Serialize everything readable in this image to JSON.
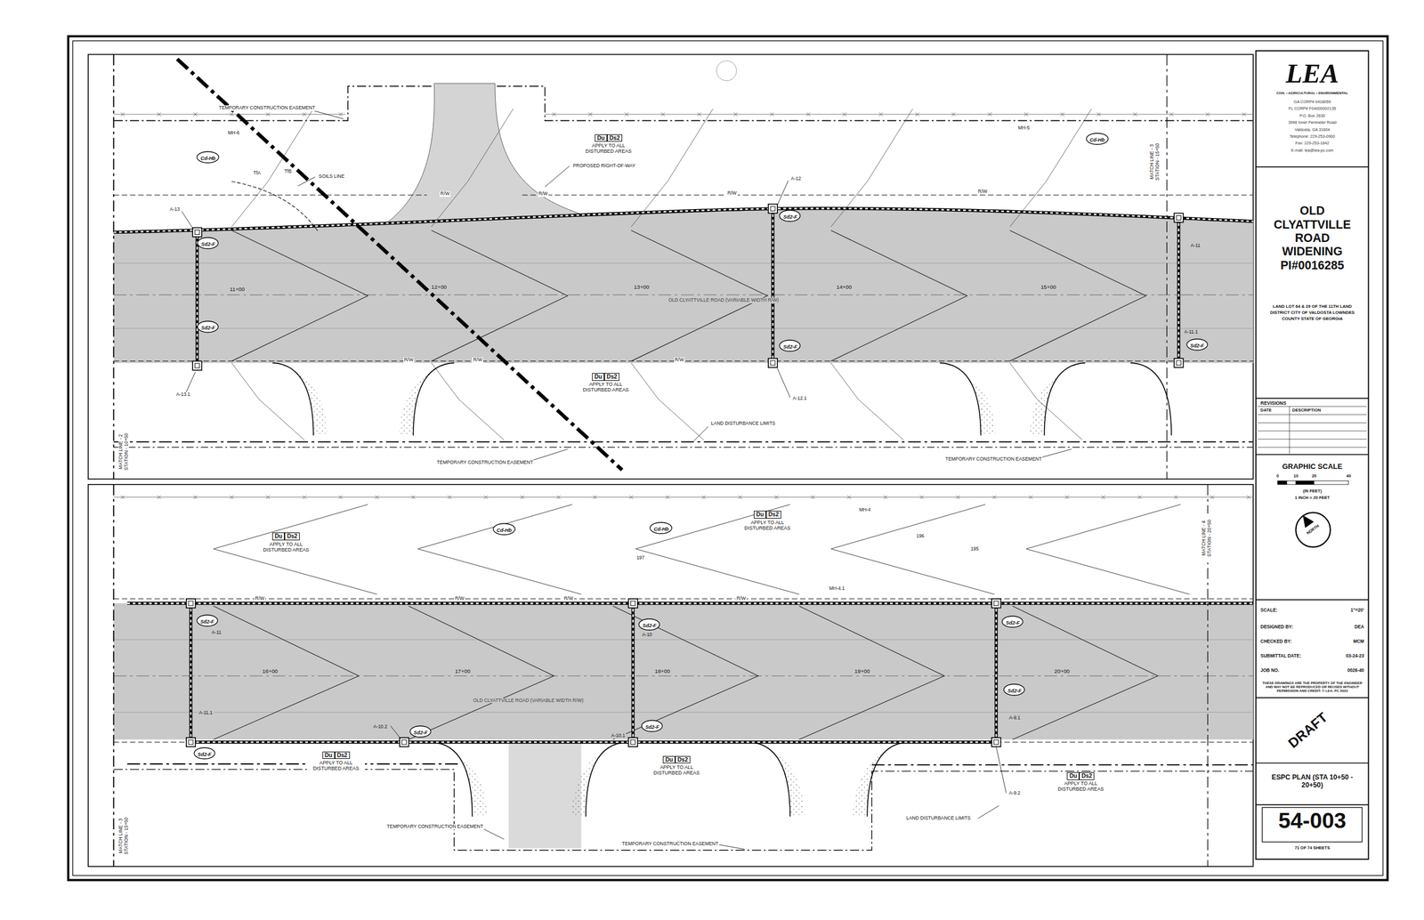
{
  "diagram": {
    "nodes": [
      {
        "text": [
          "LEA",
          "CIVIL • AGRICULTURAL • ENVIRONMENTAL",
          "GA CORP# 0418059",
          "FL CORP# F04000002135",
          "P.O. Box 2630",
          "3998 Inner Perimeter Road",
          "Valdosta, GA 31604",
          "Telephone: 229-253-0900",
          "Fax: 229-253-1842",
          "E-mail: lea@lea-pc.com"
        ]
      },
      {
        "text": [
          "OLD CLYATTVILLE ROAD WIDENING PI#0016285",
          "LAND LOT 64 & 29 OF THE 11TH LAND DISTRICT CITY OF VALDOSTA LOWNDES COUNTY STATE OF GEORGIA"
        ]
      },
      {
        "text": [
          "REVISIONS",
          "DATE",
          "DESCRIPTION"
        ]
      },
      {
        "text": [
          "GRAPHIC SCALE",
          "0",
          "10",
          "20",
          "40",
          "(IN FEET)",
          "1 INCH = 20 FEET",
          "NORTH"
        ]
      },
      {
        "text": [
          "SCALE:",
          "1\"=20'",
          "DESIGNED BY:",
          "DEA",
          "CHECKED BY:",
          "MCM",
          "SUBMITTAL DATE:",
          "03-24-23",
          "JOB NO.",
          "0026-40",
          "THESE DRAWINGS ARE THE PROPERTY OF THE ENGINEER AND MAY NOT BE REPRODUCED OR REUSED WITHOUT PERMISSION AND CREDIT. © LEA, PC 2023"
        ]
      },
      {
        "text": [
          "ESPC PLAN (STA 10+50 - 20+50)"
        ]
      },
      {
        "text": [
          "54-003",
          "71 OF 74 SHEETS"
        ]
      },
      {
        "text": [
          "Cd-Hb"
        ]
      },
      {
        "text": [
          "Du",
          "Ds2",
          "APPLY TO ALL DISTURBED AREAS"
        ]
      },
      {
        "text": [
          "Cd-Hb"
        ]
      },
      {
        "text": [
          "Sd2-F"
        ]
      },
      {
        "text": [
          "Sd2-F"
        ]
      },
      {
        "text": [
          "Sd2-F"
        ]
      },
      {
        "text": [
          "Sd2-F"
        ]
      },
      {
        "text": [
          "Sd2-F"
        ]
      },
      {
        "text": [
          "Du",
          "Ds2",
          "APPLY TO ALL DISTURBED AREAS"
        ]
      },
      {
        "text": [
          "Du",
          "Ds2",
          "APPLY TO ALL DISTURBED AREAS"
        ]
      },
      {
        "text": [
          "Cd-Hb"
        ]
      },
      {
        "text": [
          "Cd-Hb"
        ]
      },
      {
        "text": [
          "Du",
          "Ds2",
          "APPLY TO ALL DISTURBED AREAS"
        ]
      },
      {
        "text": [
          "Sd2-F"
        ]
      },
      {
        "text": [
          "Sd2-F"
        ]
      },
      {
        "text": [
          "Sd2-F"
        ]
      },
      {
        "text": [
          "Sd2-F"
        ]
      },
      {
        "text": [
          "Sd2-F"
        ]
      },
      {
        "text": [
          "Sd2-F"
        ]
      },
      {
        "text": [
          "Sd2-F"
        ]
      },
      {
        "text": [
          "Du",
          "Ds2",
          "APPLY TO ALL DISTURBED AREAS"
        ]
      },
      {
        "text": [
          "Du",
          "Ds2",
          "APPLY TO ALL DISTURBED AREAS"
        ]
      },
      {
        "text": [
          "Du",
          "Ds2",
          "APPLY TO ALL DISTURBED AREAS"
        ]
      }
    ],
    "labels": [
      "TEMPORARY CONSTRUCTION EASEMENT",
      "MH-6",
      "TfA",
      "TfB",
      "SOILS LINE",
      "PROPOSED RIGHT-OF-WAY",
      "MH-5",
      "A-12",
      "A-13",
      "A-11",
      "11+00",
      "12+00",
      "13+00",
      "14+00",
      "15+00",
      "OLD CLYATTVILLE ROAD (VARIABLE WIDTH R/W)",
      "A-11.1",
      "A-13.1",
      "A-12.1",
      "LAND DISTURBANCE LIMITS",
      "TEMPORARY CONSTRUCTION EASEMENT",
      "TEMPORARY CONSTRUCTION EASEMENT",
      "MATCH LINE - 2 STATION - 10+50",
      "MATCH LINE - 3 STATION - 15+50",
      "R/W",
      "R/W",
      "R/W",
      "R/W",
      "R/W",
      "R/W",
      "R/W",
      "MH-4",
      "MH-4.1",
      "A-11",
      "A-10",
      "16+00",
      "17+00",
      "18+00",
      "19+00",
      "20+00",
      "OLD CLYATTVILLE ROAD (VARIABLE WIDTH R/W)",
      "A-11.1",
      "A-10.2",
      "A-10.1",
      "A-9.1",
      "A-9.2",
      "TEMPORARY CONSTRUCTION EASEMENT",
      "LAND DISTURBANCE LIMITS",
      "TEMPORARY CONSTRUCTION EASEMENT",
      "MATCH LINE - 3 STATION - 15+50",
      "MATCH LINE - 4 STATION - 20+50",
      "R/W",
      "R/W",
      "R/W",
      "R/W",
      "197",
      "196",
      "195",
      "DRAFT"
    ]
  }
}
